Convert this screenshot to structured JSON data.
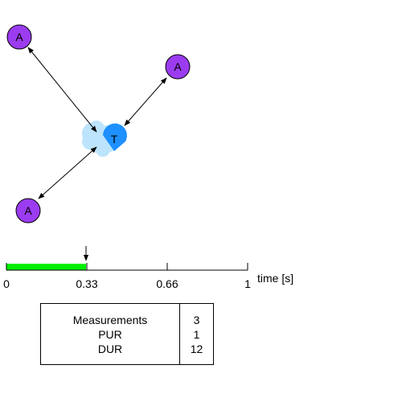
{
  "agents": [
    {
      "label": "A"
    },
    {
      "label": "A"
    },
    {
      "label": "A"
    }
  ],
  "target": {
    "label": "T"
  },
  "colors": {
    "agent_fill": "#9b3cf0",
    "target_fill": "#1e90ff",
    "target_shadow": "#87cefa",
    "progress_fill": "#00ee00"
  },
  "timeline": {
    "unit_label": "time [s]",
    "ticks": [
      "0",
      "0.33",
      "0.66",
      "1"
    ],
    "progress_fraction": 0.33
  },
  "measurements": {
    "rows": [
      {
        "label": "Measurements",
        "value": "3"
      },
      {
        "label": "PUR",
        "value": "1"
      },
      {
        "label": "DUR",
        "value": "12"
      }
    ]
  }
}
